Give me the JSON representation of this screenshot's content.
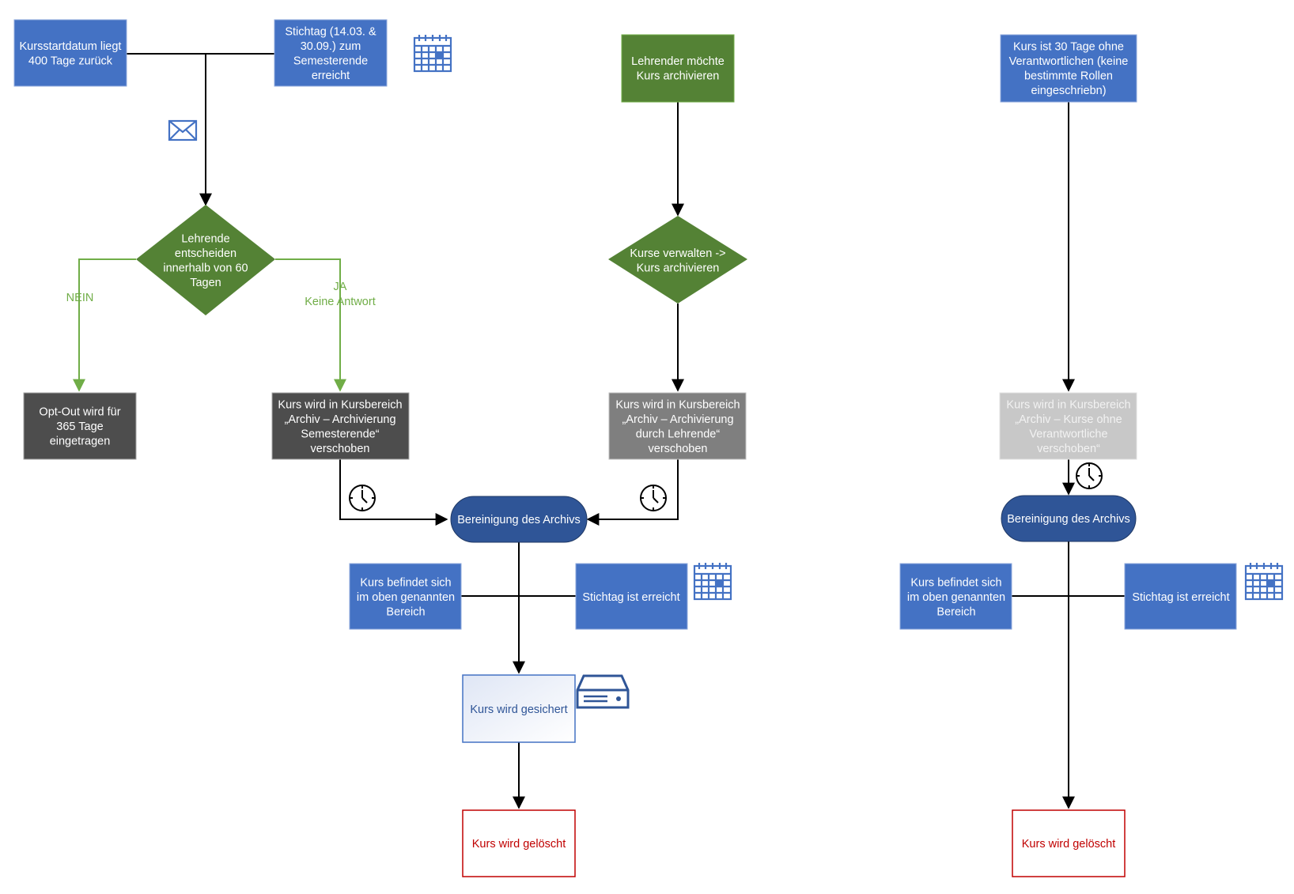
{
  "colors": {
    "blue": "#4472c4",
    "dark_blue_pill": "#2f5597",
    "green": "#548235",
    "green_line": "#70ad47",
    "dark_gray": "#4d4d4d",
    "mid_gray": "#7f7f7f",
    "light_gray": "#c8c8c8",
    "red": "#c00000",
    "black": "#000000"
  },
  "nodes": {
    "kursstart": {
      "lines": [
        "Kursstartdatum liegt",
        "400 Tage zurück"
      ]
    },
    "stichtag_semester": {
      "lines": [
        "Stichtag (14.03. &",
        "30.09.) zum",
        "Semesterende",
        "erreicht"
      ]
    },
    "lehrende_entscheiden": {
      "lines": [
        "Lehrende",
        "entscheiden",
        "innerhalb von 60",
        "Tagen"
      ]
    },
    "opt_out": {
      "lines": [
        "Opt-Out wird für",
        "365 Tage",
        "eingetragen"
      ]
    },
    "kurs_verschoben_semester": {
      "lines": [
        "Kurs wird in Kursbereich",
        "„Archiv – Archivierung",
        "Semesterende“",
        "verschoben"
      ]
    },
    "lehrender_moechte": {
      "lines": [
        "Lehrender möchte",
        "Kurs archivieren"
      ]
    },
    "kurse_verwalten": {
      "lines": [
        "Kurse verwalten ->",
        "Kurs archivieren"
      ]
    },
    "kurs_verschoben_lehrende": {
      "lines": [
        "Kurs wird in Kursbereich",
        "„Archiv – Archivierung",
        "durch Lehrende“",
        "verschoben"
      ]
    },
    "bereinigung_1": {
      "lines": [
        "Bereinigung des Archivs"
      ]
    },
    "kurs_befindet_1": {
      "lines": [
        "Kurs befindet sich",
        "im oben genannten",
        "Bereich"
      ]
    },
    "stichtag_erreicht_1": {
      "lines": [
        "Stichtag ist erreicht"
      ]
    },
    "kurs_gesichert": {
      "lines": [
        "Kurs wird gesichert"
      ]
    },
    "kurs_geloescht_1": {
      "lines": [
        "Kurs wird gelöscht"
      ]
    },
    "kurs_30_tage": {
      "lines": [
        "Kurs ist 30 Tage ohne",
        "Verantwortlichen (keine",
        "bestimmte Rollen",
        "eingeschriebn)"
      ]
    },
    "kurs_verschoben_ohne": {
      "lines": [
        "Kurs wird in Kursbereich",
        "„Archiv – Kurse ohne",
        "Verantwortliche",
        "verschoben“"
      ]
    },
    "bereinigung_2": {
      "lines": [
        "Bereinigung des Archivs"
      ]
    },
    "kurs_befindet_2": {
      "lines": [
        "Kurs befindet sich",
        "im oben genannten",
        "Bereich"
      ]
    },
    "stichtag_erreicht_2": {
      "lines": [
        "Stichtag ist erreicht"
      ]
    },
    "kurs_geloescht_2": {
      "lines": [
        "Kurs wird gelöscht"
      ]
    }
  },
  "edge_labels": {
    "nein": "NEIN",
    "ja": "JA",
    "keine_antwort": "Keine Antwort"
  },
  "icons": [
    "calendar-icon",
    "envelope-icon",
    "clock-icon",
    "server-icon"
  ]
}
